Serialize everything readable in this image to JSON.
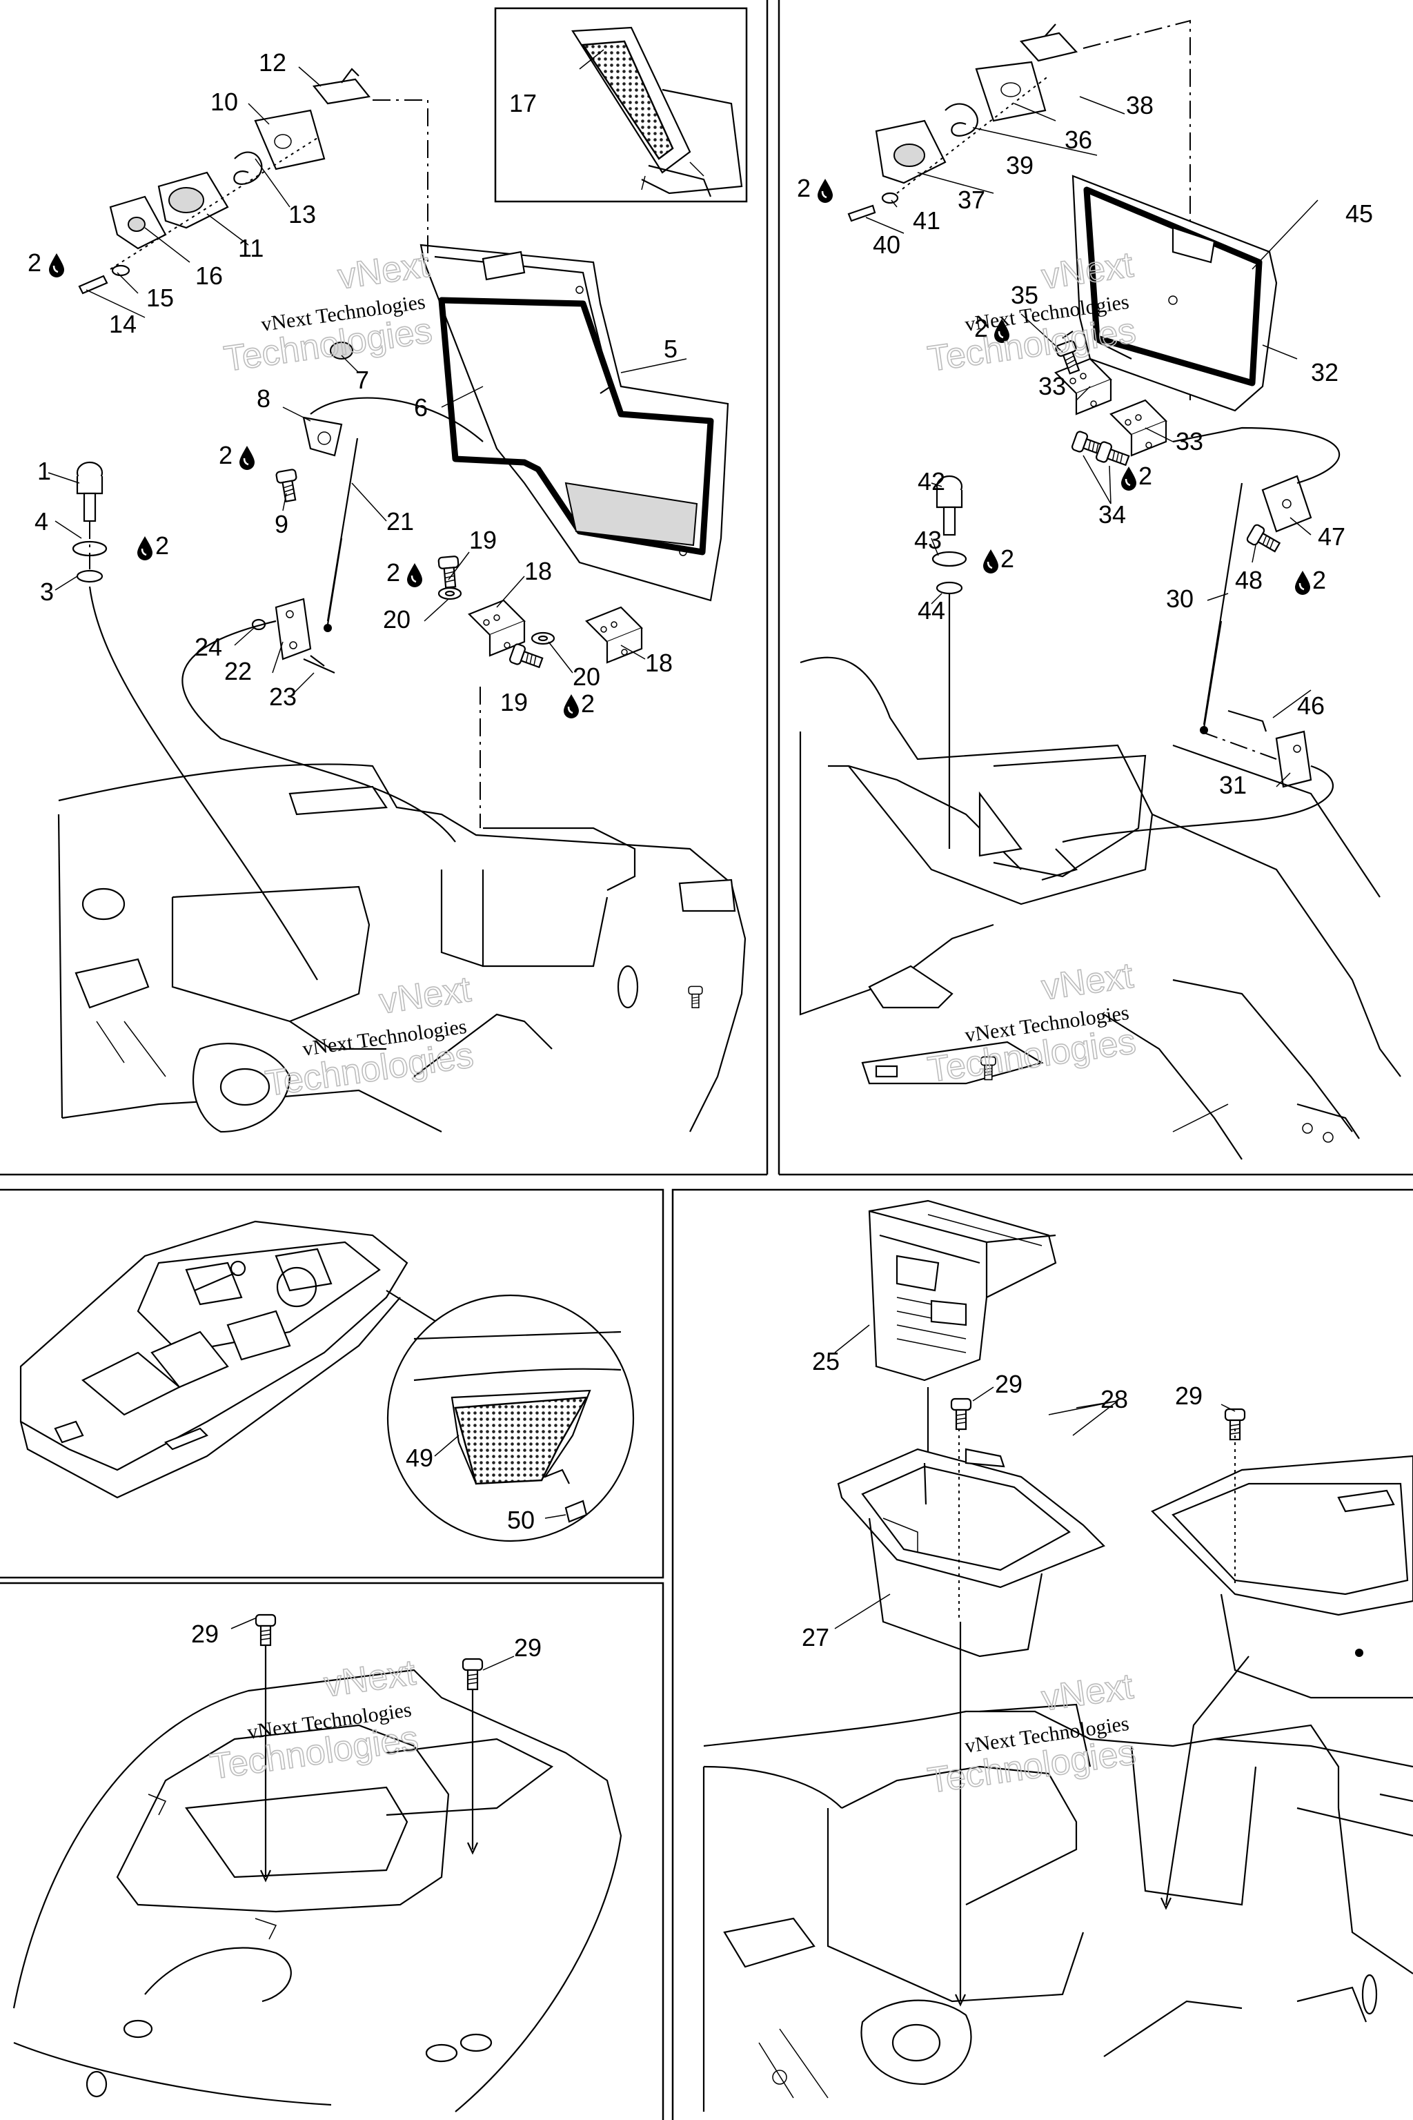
{
  "watermark": {
    "line1": "vNext Technologies",
    "line2a": "vNext",
    "line2b": "Technologies"
  },
  "sealant_symbol": "drop-icon",
  "callouts": {
    "c1": "1",
    "c2": "2",
    "c3": "3",
    "c4": "4",
    "c5": "5",
    "c6": "6",
    "c7": "7",
    "c8": "8",
    "c9": "9",
    "c10": "10",
    "c11": "11",
    "c12": "12",
    "c13": "13",
    "c14": "14",
    "c15": "15",
    "c16": "16",
    "c17": "17",
    "c18": "18",
    "c19": "19",
    "c20": "20",
    "c21": "21",
    "c22": "22",
    "c23": "23",
    "c24": "24",
    "c25": "25",
    "c27": "27",
    "c28": "28",
    "c29": "29",
    "c30": "30",
    "c31": "31",
    "c32": "32",
    "c33": "33",
    "c34": "34",
    "c35": "35",
    "c36": "36",
    "c37": "37",
    "c38": "38",
    "c39": "39",
    "c40": "40",
    "c41": "41",
    "c42": "42",
    "c43": "43",
    "c44": "44",
    "c45": "45",
    "c46": "46",
    "c47": "47",
    "c48": "48",
    "c49": "49",
    "c50": "50"
  }
}
